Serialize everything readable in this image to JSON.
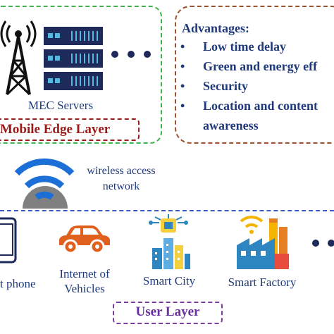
{
  "mec": {
    "servers_label": "MEC Servers",
    "layer_label": "Mobile Edge Layer"
  },
  "advantages": {
    "title": "Advantages:",
    "bullet": "•",
    "items": [
      "Low time delay",
      "Green and energy eff",
      "Security",
      "Location and content",
      "awareness"
    ]
  },
  "network": {
    "label_line1": "wireless access",
    "label_line2": "network"
  },
  "user": {
    "phone_label": "t phone",
    "vehicles_line1": "Internet of",
    "vehicles_line2": "Vehicles",
    "city_label": "Smart City",
    "factory_label": "Smart Factory",
    "layer_label": "User Layer"
  },
  "icons": [
    "cell-tower-icon",
    "server-rack-icon",
    "wifi-icon",
    "smartphone-icon",
    "car-icon",
    "smart-city-icon",
    "factory-icon"
  ],
  "colors": {
    "mec_border": "#3cb54a",
    "adv_border": "#a0522d",
    "text_blue": "#1f3a7a",
    "mec_layer_red": "#9b1b1b",
    "user_line_blue": "#3a5fcd",
    "user_layer_purple": "#6a2fa0",
    "server_navy": "#1e2a5a",
    "server_led": "#55b8e0",
    "wifi_blue": "#1b6fd6",
    "car_orange": "#e0601e"
  }
}
